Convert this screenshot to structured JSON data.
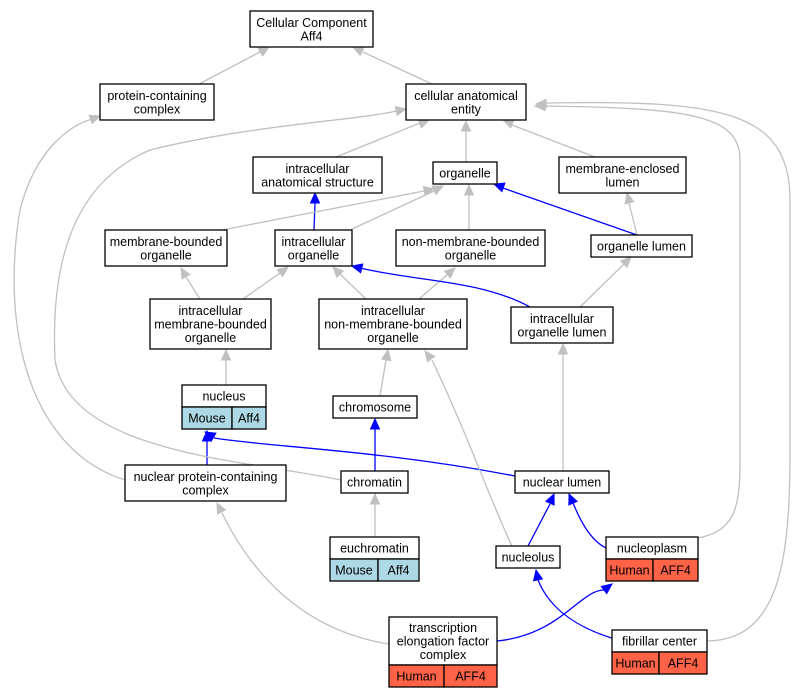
{
  "colors": {
    "mouse_cell": "#add8e6",
    "human_cell": "#ff6347",
    "is_a_edge": "#c0c0c0",
    "part_of_edge": "#0000ff"
  },
  "nodes": [
    {
      "id": "root",
      "lines": [
        "Cellular Component",
        "Aff4"
      ]
    },
    {
      "id": "protein_complex",
      "lines": [
        "protein-containing",
        "complex"
      ]
    },
    {
      "id": "cae",
      "lines": [
        "cellular anatomical",
        "entity"
      ]
    },
    {
      "id": "ias",
      "lines": [
        "intracellular",
        "anatomical structure"
      ]
    },
    {
      "id": "organelle",
      "lines": [
        "organelle"
      ]
    },
    {
      "id": "mel",
      "lines": [
        "membrane-enclosed",
        "lumen"
      ]
    },
    {
      "id": "mbo",
      "lines": [
        "membrane-bounded",
        "organelle"
      ]
    },
    {
      "id": "io",
      "lines": [
        "intracellular",
        "organelle"
      ]
    },
    {
      "id": "nmbo",
      "lines": [
        "non-membrane-bounded",
        "organelle"
      ]
    },
    {
      "id": "ol",
      "lines": [
        "organelle lumen"
      ]
    },
    {
      "id": "imbo",
      "lines": [
        "intracellular",
        "membrane-bounded",
        "organelle"
      ]
    },
    {
      "id": "inmbo",
      "lines": [
        "intracellular",
        "non-membrane-bounded",
        "organelle"
      ]
    },
    {
      "id": "iol",
      "lines": [
        "intracellular",
        "organelle lumen"
      ]
    },
    {
      "id": "nucleus",
      "lines": [
        "nucleus"
      ],
      "species": [
        "Mouse",
        "Aff4"
      ]
    },
    {
      "id": "chromosome",
      "lines": [
        "chromosome"
      ]
    },
    {
      "id": "npc",
      "lines": [
        "nuclear protein-containing",
        "complex"
      ]
    },
    {
      "id": "chromatin",
      "lines": [
        "chromatin"
      ]
    },
    {
      "id": "nl",
      "lines": [
        "nuclear lumen"
      ]
    },
    {
      "id": "euchromatin",
      "lines": [
        "euchromatin"
      ],
      "species": [
        "Mouse",
        "Aff4"
      ]
    },
    {
      "id": "nucleolus",
      "lines": [
        "nucleolus"
      ]
    },
    {
      "id": "nucleoplasm",
      "lines": [
        "nucleoplasm"
      ],
      "species": [
        "Human",
        "AFF4"
      ]
    },
    {
      "id": "tefc",
      "lines": [
        "transcription",
        "elongation factor",
        "complex"
      ],
      "species": [
        "Human",
        "AFF4"
      ]
    },
    {
      "id": "fc",
      "lines": [
        "fibrillar center"
      ],
      "species": [
        "Human",
        "AFF4"
      ]
    }
  ],
  "edges": [
    {
      "from": "protein_complex",
      "to": "root",
      "type": "is_a"
    },
    {
      "from": "cae",
      "to": "root",
      "type": "is_a"
    },
    {
      "from": "ias",
      "to": "cae",
      "type": "is_a"
    },
    {
      "from": "organelle",
      "to": "cae",
      "type": "is_a"
    },
    {
      "from": "mel",
      "to": "cae",
      "type": "is_a"
    },
    {
      "from": "io",
      "to": "ias",
      "type": "part_of"
    },
    {
      "from": "mbo",
      "to": "organelle",
      "type": "is_a"
    },
    {
      "from": "io",
      "to": "organelle",
      "type": "is_a"
    },
    {
      "from": "nmbo",
      "to": "organelle",
      "type": "is_a"
    },
    {
      "from": "ol",
      "to": "organelle",
      "type": "part_of"
    },
    {
      "from": "ol",
      "to": "mel",
      "type": "is_a"
    },
    {
      "from": "imbo",
      "to": "mbo",
      "type": "is_a"
    },
    {
      "from": "imbo",
      "to": "io",
      "type": "is_a"
    },
    {
      "from": "inmbo",
      "to": "io",
      "type": "is_a"
    },
    {
      "from": "inmbo",
      "to": "nmbo",
      "type": "is_a"
    },
    {
      "from": "iol",
      "to": "io",
      "type": "part_of"
    },
    {
      "from": "iol",
      "to": "ol",
      "type": "is_a"
    },
    {
      "from": "nucleus",
      "to": "imbo",
      "type": "is_a"
    },
    {
      "from": "chromosome",
      "to": "inmbo",
      "type": "is_a"
    },
    {
      "from": "nl",
      "to": "iol",
      "type": "is_a"
    },
    {
      "from": "npc",
      "to": "nucleus",
      "type": "part_of"
    },
    {
      "from": "nl",
      "to": "nucleus",
      "type": "part_of"
    },
    {
      "from": "chromatin",
      "to": "chromosome",
      "type": "part_of"
    },
    {
      "from": "euchromatin",
      "to": "chromatin",
      "type": "is_a"
    },
    {
      "from": "nucleolus",
      "to": "nl",
      "type": "part_of"
    },
    {
      "from": "nucleoplasm",
      "to": "nl",
      "type": "part_of"
    },
    {
      "from": "nucleolus",
      "to": "inmbo",
      "type": "is_a"
    },
    {
      "from": "fc",
      "to": "nucleolus",
      "type": "part_of"
    },
    {
      "from": "tefc",
      "to": "npc",
      "type": "is_a"
    },
    {
      "from": "tefc",
      "to": "nucleoplasm",
      "type": "part_of"
    },
    {
      "from": "npc",
      "to": "protein_complex",
      "type": "is_a"
    },
    {
      "from": "chromatin",
      "to": "cae",
      "type": "is_a"
    },
    {
      "from": "nucleoplasm",
      "to": "cae",
      "type": "is_a"
    },
    {
      "from": "fc",
      "to": "cae",
      "type": "is_a"
    }
  ]
}
